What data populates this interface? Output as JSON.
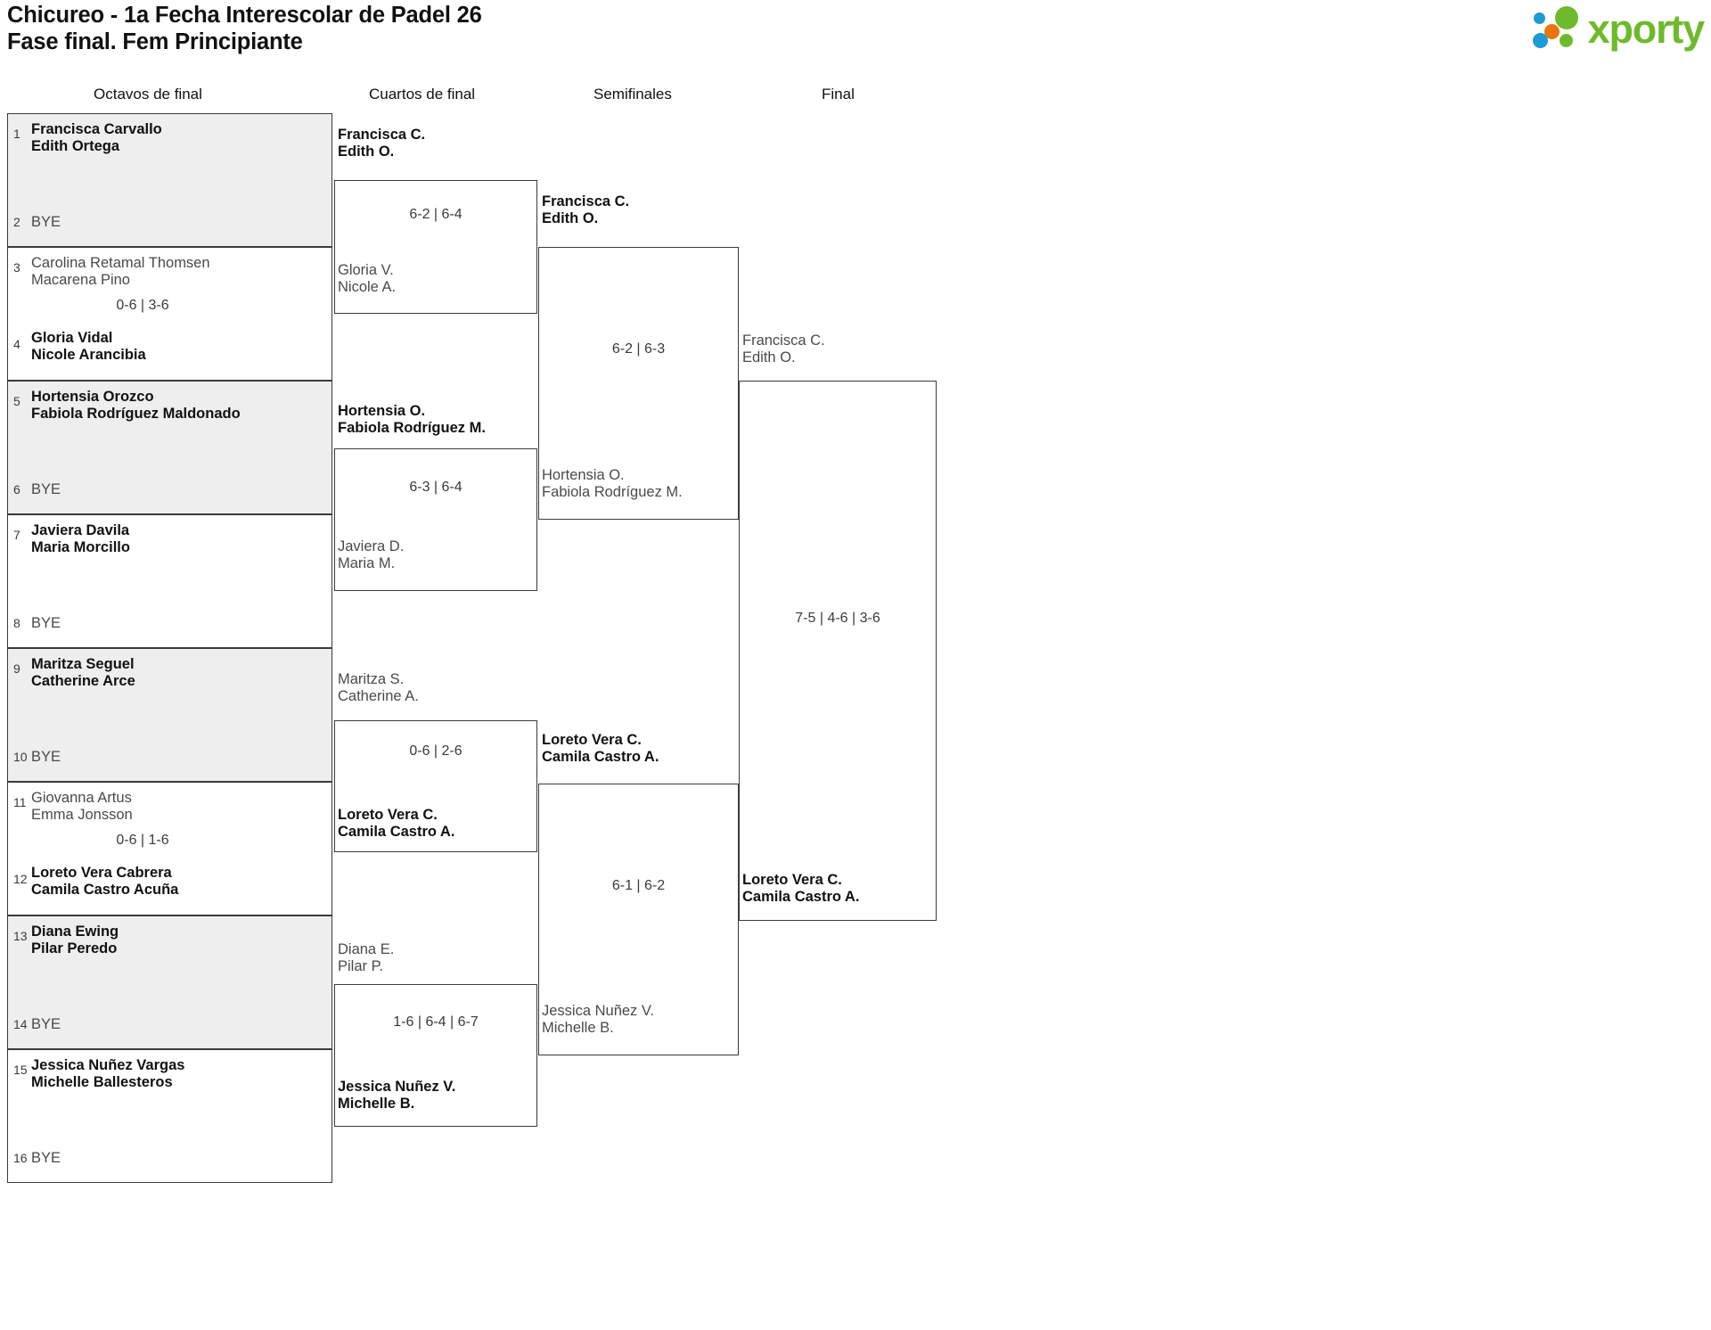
{
  "header": {
    "title_line1": "Chicureo - 1a Fecha Interescolar de Padel 26",
    "title_line2": "Fase final. Fem Principiante",
    "logo_word": "xporty",
    "logo_colors": {
      "green": "#6fba2c",
      "blue": "#1e9ad6",
      "orange": "#e8760c"
    }
  },
  "rounds": [
    {
      "label": "Octavos de final"
    },
    {
      "label": "Cuartos de final"
    },
    {
      "label": "Semifinales"
    },
    {
      "label": "Final"
    }
  ],
  "round1": {
    "matches": [
      {
        "score": "",
        "top": {
          "seed": "1",
          "line1": "Francisca Carvallo",
          "line2": "Edith Ortega",
          "result": "winner"
        },
        "bottom": {
          "seed": "2",
          "line1": "BYE",
          "line2": "",
          "result": "bye"
        }
      },
      {
        "score": "0-6 | 3-6",
        "top": {
          "seed": "3",
          "line1": "Carolina Retamal Thomsen",
          "line2": "Macarena Pino",
          "result": "loser"
        },
        "bottom": {
          "seed": "4",
          "line1": "Gloria Vidal",
          "line2": "Nicole Arancibia",
          "result": "winner"
        }
      },
      {
        "score": "",
        "top": {
          "seed": "5",
          "line1": "Hortensia Orozco",
          "line2": "Fabiola Rodríguez Maldonado",
          "result": "winner"
        },
        "bottom": {
          "seed": "6",
          "line1": "BYE",
          "line2": "",
          "result": "bye"
        }
      },
      {
        "score": "",
        "top": {
          "seed": "7",
          "line1": "Javiera Davila",
          "line2": "Maria Morcillo",
          "result": "winner"
        },
        "bottom": {
          "seed": "8",
          "line1": "BYE",
          "line2": "",
          "result": "bye"
        }
      },
      {
        "score": "",
        "top": {
          "seed": "9",
          "line1": "Maritza Seguel",
          "line2": "Catherine Arce",
          "result": "winner"
        },
        "bottom": {
          "seed": "10",
          "line1": "BYE",
          "line2": "",
          "result": "bye"
        }
      },
      {
        "score": "0-6 | 1-6",
        "top": {
          "seed": "11",
          "line1": "Giovanna Artus",
          "line2": "Emma Jonsson",
          "result": "loser"
        },
        "bottom": {
          "seed": "12",
          "line1": "Loreto Vera Cabrera",
          "line2": "Camila Castro Acuña",
          "result": "winner"
        }
      },
      {
        "score": "",
        "top": {
          "seed": "13",
          "line1": "Diana Ewing",
          "line2": "Pilar Peredo",
          "result": "winner"
        },
        "bottom": {
          "seed": "14",
          "line1": "BYE",
          "line2": "",
          "result": "bye"
        }
      },
      {
        "score": "",
        "top": {
          "seed": "15",
          "line1": "Jessica Nuñez Vargas",
          "line2": "Michelle Ballesteros",
          "result": "winner"
        },
        "bottom": {
          "seed": "16",
          "line1": "BYE",
          "line2": "",
          "result": "bye"
        }
      }
    ]
  },
  "round2": {
    "matches": [
      {
        "score": "6-2 | 6-4",
        "top": {
          "line1": "Francisca C.",
          "line2": "Edith O.",
          "result": "winner"
        },
        "bottom": {
          "line1": "Gloria V.",
          "line2": "Nicole A.",
          "result": "loser"
        }
      },
      {
        "score": "6-3 | 6-4",
        "top": {
          "line1": "Hortensia O.",
          "line2": "Fabiola Rodríguez M.",
          "result": "winner"
        },
        "bottom": {
          "line1": "Javiera D.",
          "line2": "Maria M.",
          "result": "loser"
        }
      },
      {
        "score": "0-6 | 2-6",
        "top": {
          "line1": "Maritza S.",
          "line2": "Catherine A.",
          "result": "loser"
        },
        "bottom": {
          "line1": "Loreto Vera C.",
          "line2": "Camila Castro A.",
          "result": "winner"
        }
      },
      {
        "score": "1-6 | 6-4 | 6-7",
        "top": {
          "line1": "Diana E.",
          "line2": "Pilar P.",
          "result": "loser"
        },
        "bottom": {
          "line1": "Jessica Nuñez V.",
          "line2": "Michelle B.",
          "result": "winner"
        }
      }
    ]
  },
  "round3": {
    "matches": [
      {
        "score": "6-2 | 6-3",
        "top": {
          "line1": "Francisca C.",
          "line2": "Edith O.",
          "result": "winner"
        },
        "bottom": {
          "line1": "Hortensia O.",
          "line2": "Fabiola Rodríguez M.",
          "result": "loser"
        }
      },
      {
        "score": "6-1 | 6-2",
        "top": {
          "line1": "Loreto Vera C.",
          "line2": "Camila Castro A.",
          "result": "winner"
        },
        "bottom": {
          "line1": "Jessica Nuñez V.",
          "line2": "Michelle B.",
          "result": "loser"
        }
      }
    ]
  },
  "round4": {
    "matches": [
      {
        "score": "7-5 | 4-6 | 3-6",
        "top": {
          "line1": "Francisca C.",
          "line2": "Edith O.",
          "result": "loser"
        },
        "bottom": {
          "line1": "Loreto Vera C.",
          "line2": "Camila Castro A.",
          "result": "winner"
        }
      }
    ]
  }
}
